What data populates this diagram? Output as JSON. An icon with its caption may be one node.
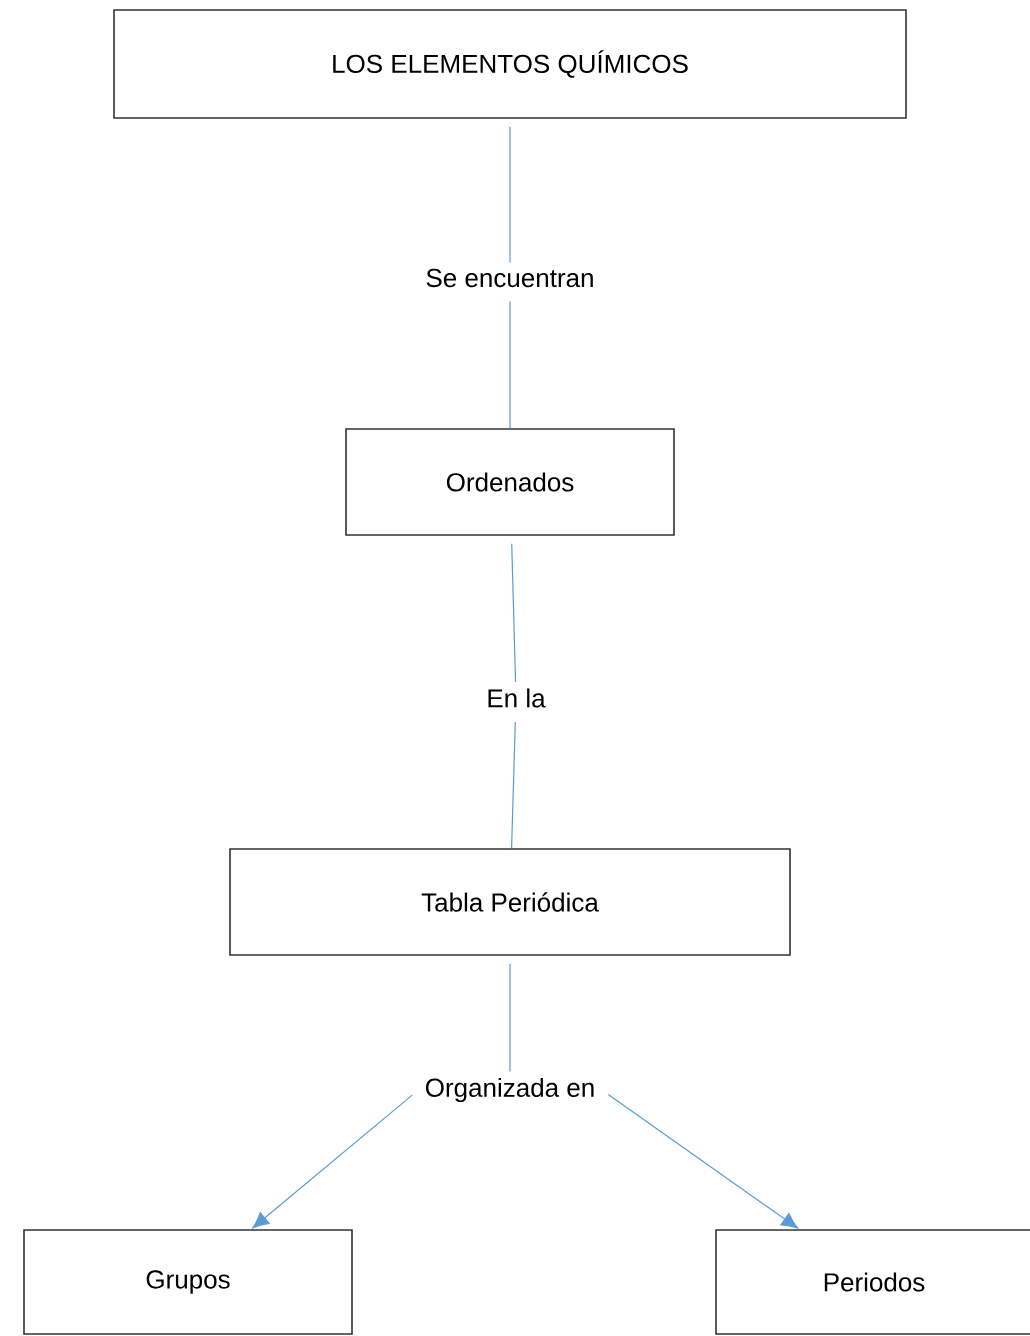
{
  "diagram": {
    "nodes": [
      {
        "text": [
          "LOS ELEMENTOS QUÍMICOS"
        ]
      },
      {
        "text": [
          "Se encuentran"
        ]
      },
      {
        "text": [
          "Ordenados"
        ]
      },
      {
        "text": [
          "En la"
        ]
      },
      {
        "text": [
          "Tabla Periódica"
        ]
      },
      {
        "text": [
          "Organizada en"
        ]
      },
      {
        "text": [
          "Grupos"
        ]
      },
      {
        "text": [
          "Periodos"
        ]
      }
    ],
    "edges": [
      {
        "from": 0,
        "to": 1,
        "arrow": "none"
      },
      {
        "from": 1,
        "to": 2,
        "arrow": "none"
      },
      {
        "from": 2,
        "to": 3,
        "arrow": "none"
      },
      {
        "from": 3,
        "to": 4,
        "arrow": "none"
      },
      {
        "from": 4,
        "to": 5,
        "arrow": "none"
      },
      {
        "from": 5,
        "to": 6,
        "arrow": "to"
      },
      {
        "from": 5,
        "to": 7,
        "arrow": "to"
      }
    ]
  }
}
